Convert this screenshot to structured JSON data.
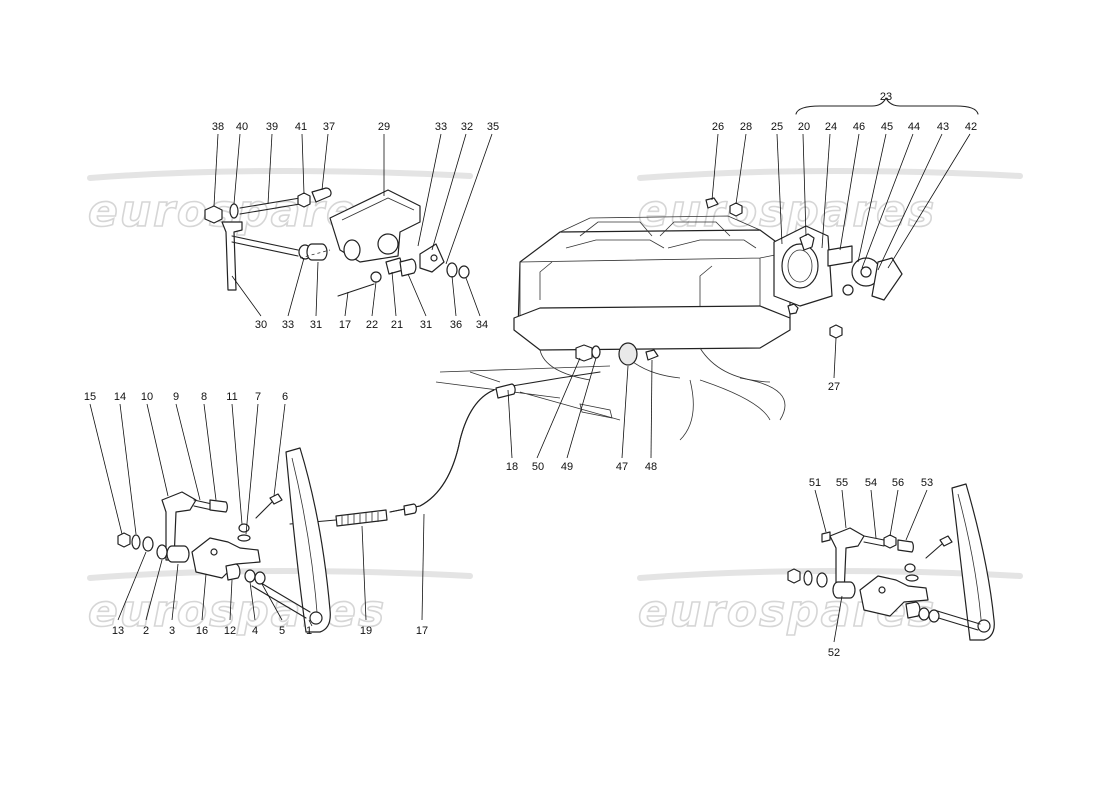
{
  "watermark": {
    "text": "eurospares"
  },
  "callouts": {
    "c38": "38",
    "c40": "40",
    "c39": "39",
    "c41": "41",
    "c37": "37",
    "c29": "29",
    "c33a": "33",
    "c32": "32",
    "c35": "35",
    "c30": "30",
    "c33b": "33",
    "c31a": "31",
    "c17a": "17",
    "c22": "22",
    "c21": "21",
    "c31b": "31",
    "c36": "36",
    "c34": "34",
    "c23": "23",
    "c26": "26",
    "c28": "28",
    "c25": "25",
    "c20": "20",
    "c24": "24",
    "c46": "46",
    "c45": "45",
    "c44": "44",
    "c43": "43",
    "c42": "42",
    "c27": "27",
    "c18": "18",
    "c50": "50",
    "c49": "49",
    "c47": "47",
    "c48": "48",
    "c15": "15",
    "c14": "14",
    "c10": "10",
    "c9": "9",
    "c8": "8",
    "c11": "11",
    "c7": "7",
    "c6": "6",
    "c13": "13",
    "c2": "2",
    "c3": "3",
    "c16": "16",
    "c12": "12",
    "c4": "4",
    "c5": "5",
    "c1": "1",
    "c19": "19",
    "c17b": "17",
    "c51": "51",
    "c55": "55",
    "c54": "54",
    "c56": "56",
    "c53": "53",
    "c52": "52"
  }
}
